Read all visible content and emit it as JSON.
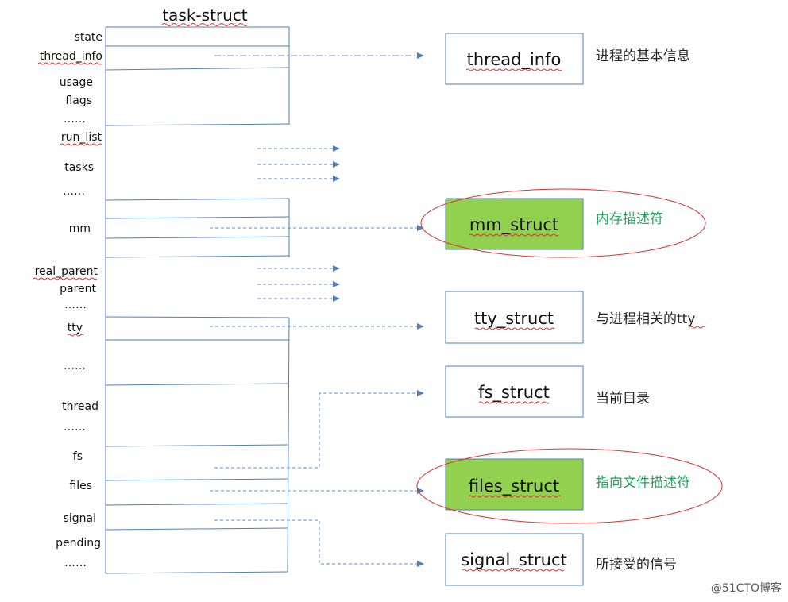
{
  "title": "task-struct",
  "fields": [
    "state",
    "thread_info",
    "usage",
    "flags",
    "……",
    "run_list",
    "tasks",
    "……",
    "mm",
    "real_parent",
    "parent",
    "……",
    "tty",
    "……",
    "thread",
    "……",
    "fs",
    "files",
    "signal",
    "pending",
    "……"
  ],
  "boxes": {
    "thread_info": {
      "label": "thread_info",
      "desc": "进程的基本信息"
    },
    "mm_struct": {
      "label": "mm_struct",
      "desc": "内存描述符"
    },
    "tty_struct": {
      "label": "tty_struct",
      "desc": "与进程相关的tty"
    },
    "fs_struct": {
      "label": "fs_struct",
      "desc": "当前目录"
    },
    "files_struct": {
      "label": "files_struct",
      "desc": "指向文件描述符"
    },
    "signal_struct": {
      "label": "signal_struct",
      "desc": "所接受的信号"
    }
  },
  "colors": {
    "highlight_fill": "#92d050",
    "ellipse": "#e03030",
    "line": "#4f7fbf",
    "green_text": "#22a35a"
  },
  "watermark": "@51CTO博客"
}
